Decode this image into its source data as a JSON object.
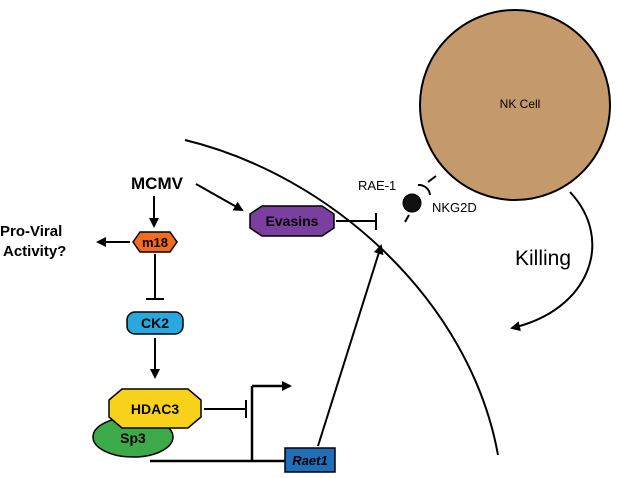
{
  "labels": {
    "nk_cell": "NK Cell",
    "rae1": "RAE-1",
    "nkg2d": "NKG2D",
    "killing": "Killing",
    "mcmv": "MCMV",
    "evasins": "Evasins",
    "m18": "m18",
    "pro_viral_line1": "Pro-Viral",
    "pro_viral_line2": "Activity?",
    "ck2": "CK2",
    "hdac3": "HDAC3",
    "sp3": "Sp3",
    "raet1": "Raet1"
  },
  "colors": {
    "nk_cell": "#C49A6C",
    "evasins": "#7B3FA0",
    "m18": "#F26B21",
    "ck2": "#29A8E0",
    "hdac3": "#F8D21A",
    "sp3": "#3DAA4A",
    "raet1": "#1E6FB8",
    "stroke": "#000000"
  }
}
